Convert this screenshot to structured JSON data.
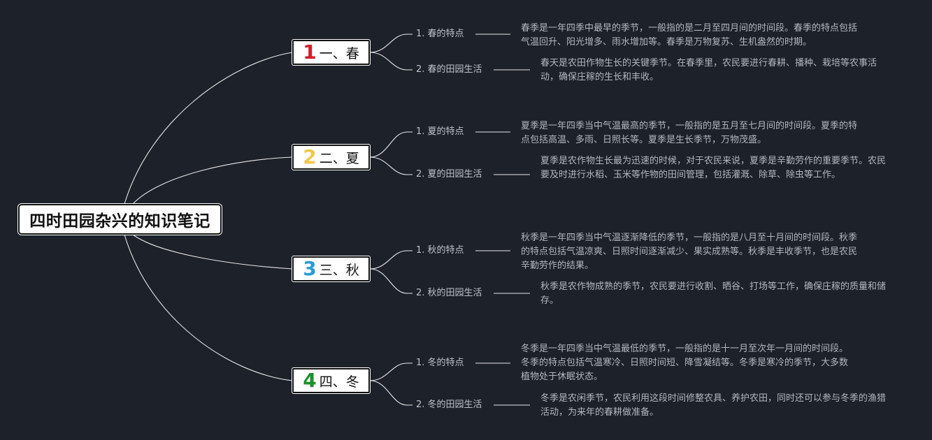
{
  "root": {
    "title": "四时田园杂兴的知识笔记"
  },
  "colors": {
    "background": "#1c212a",
    "line": "#e8e8e8",
    "num1": "#d21f28",
    "num2": "#f2c94c",
    "num3": "#2b9bd8",
    "num4": "#1d8f2a"
  },
  "seasons": [
    {
      "num": "1",
      "label": "一、春",
      "items": [
        {
          "label": "1. 春的特点",
          "desc": "春季是一年四季中最早的季节，一般指的是二月至四月间的时间段。春季的特点包括气温回升、阳光增多、雨水增加等。春季是万物复苏、生机盎然的时期。"
        },
        {
          "label": "2. 春的田园生活",
          "desc": "春天是农田作物生长的关键季节。在春季里，农民要进行春耕、播种、栽培等农事活动，确保庄稼的生长和丰收。"
        }
      ]
    },
    {
      "num": "2",
      "label": "二、夏",
      "items": [
        {
          "label": "1. 夏的特点",
          "desc": "夏季是一年四季当中气温最高的季节，一般指的是五月至七月间的时间段。夏季的特点包括高温、多雨、日照长等。夏季是生长季节，万物茂盛。"
        },
        {
          "label": "2. 夏的田园生活",
          "desc": "夏季是农作物生长最为迅速的时候，对于农民来说，夏季是辛勤劳作的重要季节。农民要及时进行水稻、玉米等作物的田间管理，包括灌溉、除草、除虫等工作。"
        }
      ]
    },
    {
      "num": "3",
      "label": "三、秋",
      "items": [
        {
          "label": "1. 秋的特点",
          "desc": "秋季是一年四季当中气温逐渐降低的季节，一般指的是八月至十月间的时间段。秋季的特点包括气温凉爽、日照时间逐渐减少、果实成熟等。秋季是丰收季节，也是农民辛勤劳作的结果。"
        },
        {
          "label": "2. 秋的田园生活",
          "desc": "秋季是农作物成熟的季节，农民要进行收割、晒谷、打场等工作，确保庄稼的质量和储存。"
        }
      ]
    },
    {
      "num": "4",
      "label": "四、冬",
      "items": [
        {
          "label": "1. 冬的特点",
          "desc": "冬季是一年四季当中气温最低的季节，一般指的是十一月至次年一月间的时间段。冬季的特点包括气温寒冷、日照时间短、降雪凝结等。冬季是寒冷的季节，大多数植物处于休眠状态。"
        },
        {
          "label": "2. 冬的田园生活",
          "desc": "冬季是农闲季节，农民利用这段时间修整农具、养护农田，同时还可以参与冬季的渔猎活动，为来年的春耕做准备。"
        }
      ]
    }
  ]
}
